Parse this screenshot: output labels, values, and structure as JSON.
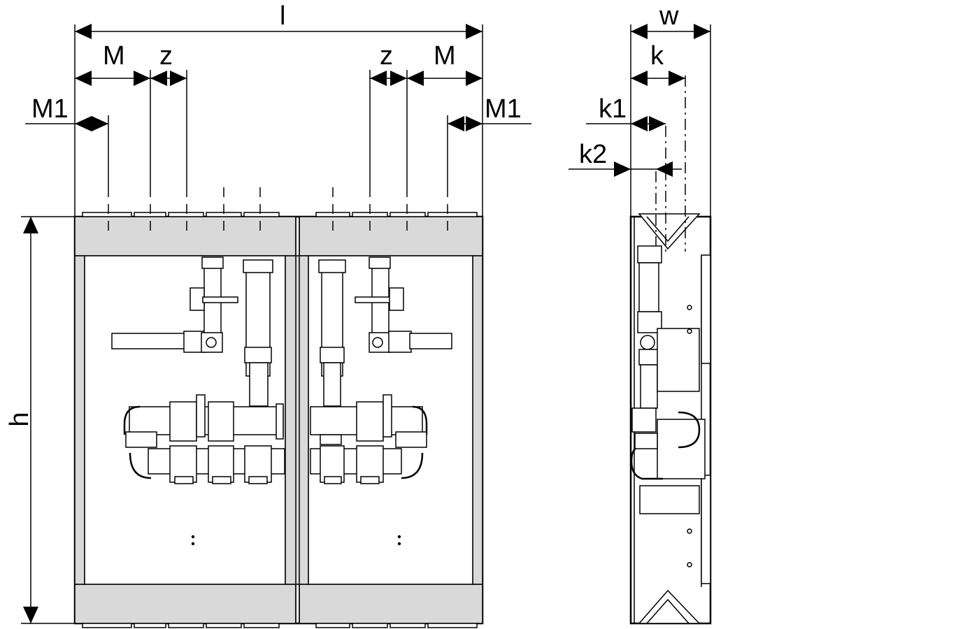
{
  "labels": {
    "l": "l",
    "M_left": "M",
    "z_left": "z",
    "z_right": "z",
    "M_right": "M",
    "M1_left": "M1",
    "M1_right": "M1",
    "h": "h",
    "w": "w",
    "k": "k",
    "k1": "k1",
    "k2": "k2"
  },
  "colors": {
    "line": "#000000",
    "panel_fill": "#d9d9d9",
    "background": "#ffffff"
  }
}
